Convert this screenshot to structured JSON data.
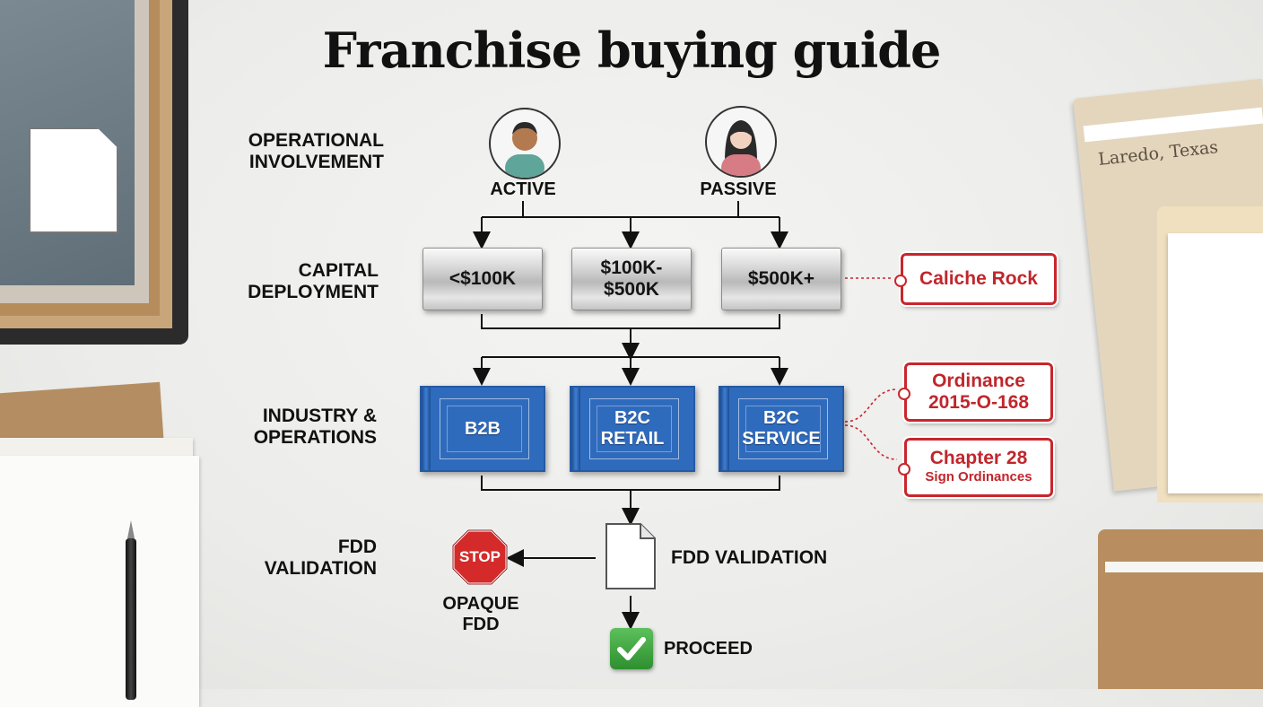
{
  "title": "Franchise buying guide",
  "stages": {
    "operational": "OPERATIONAL\nINVOLVEMENT",
    "capital": "CAPITAL\nDEPLOYMENT",
    "industry": "INDUSTRY &\nOPERATIONS",
    "fdd": "FDD\nVALIDATION"
  },
  "involvement": {
    "active": "ACTIVE",
    "passive": "PASSIVE"
  },
  "capital_options": [
    "<$100K",
    "$100K-\n$500K",
    "$500K+"
  ],
  "industry_options": [
    "B2B",
    "B2C\nRETAIL",
    "B2C\nSERVICE"
  ],
  "tags": {
    "caliche": "Caliche Rock",
    "ordinance": "Ordinance\n2015-O-168",
    "chapter_main": "Chapter 28",
    "chapter_sub": "Sign Ordinances"
  },
  "fdd": {
    "document_label": "FDD VALIDATION",
    "stop_sign": "STOP",
    "opaque": "OPAQUE\nFDD",
    "proceed": "PROCEED"
  },
  "folder_label": "Laredo, Texas",
  "colors": {
    "blueprint": "#2f6bbd",
    "tag_red": "#c8262c",
    "stop_red": "#d42a2a",
    "check_green": "#3aa23a"
  }
}
